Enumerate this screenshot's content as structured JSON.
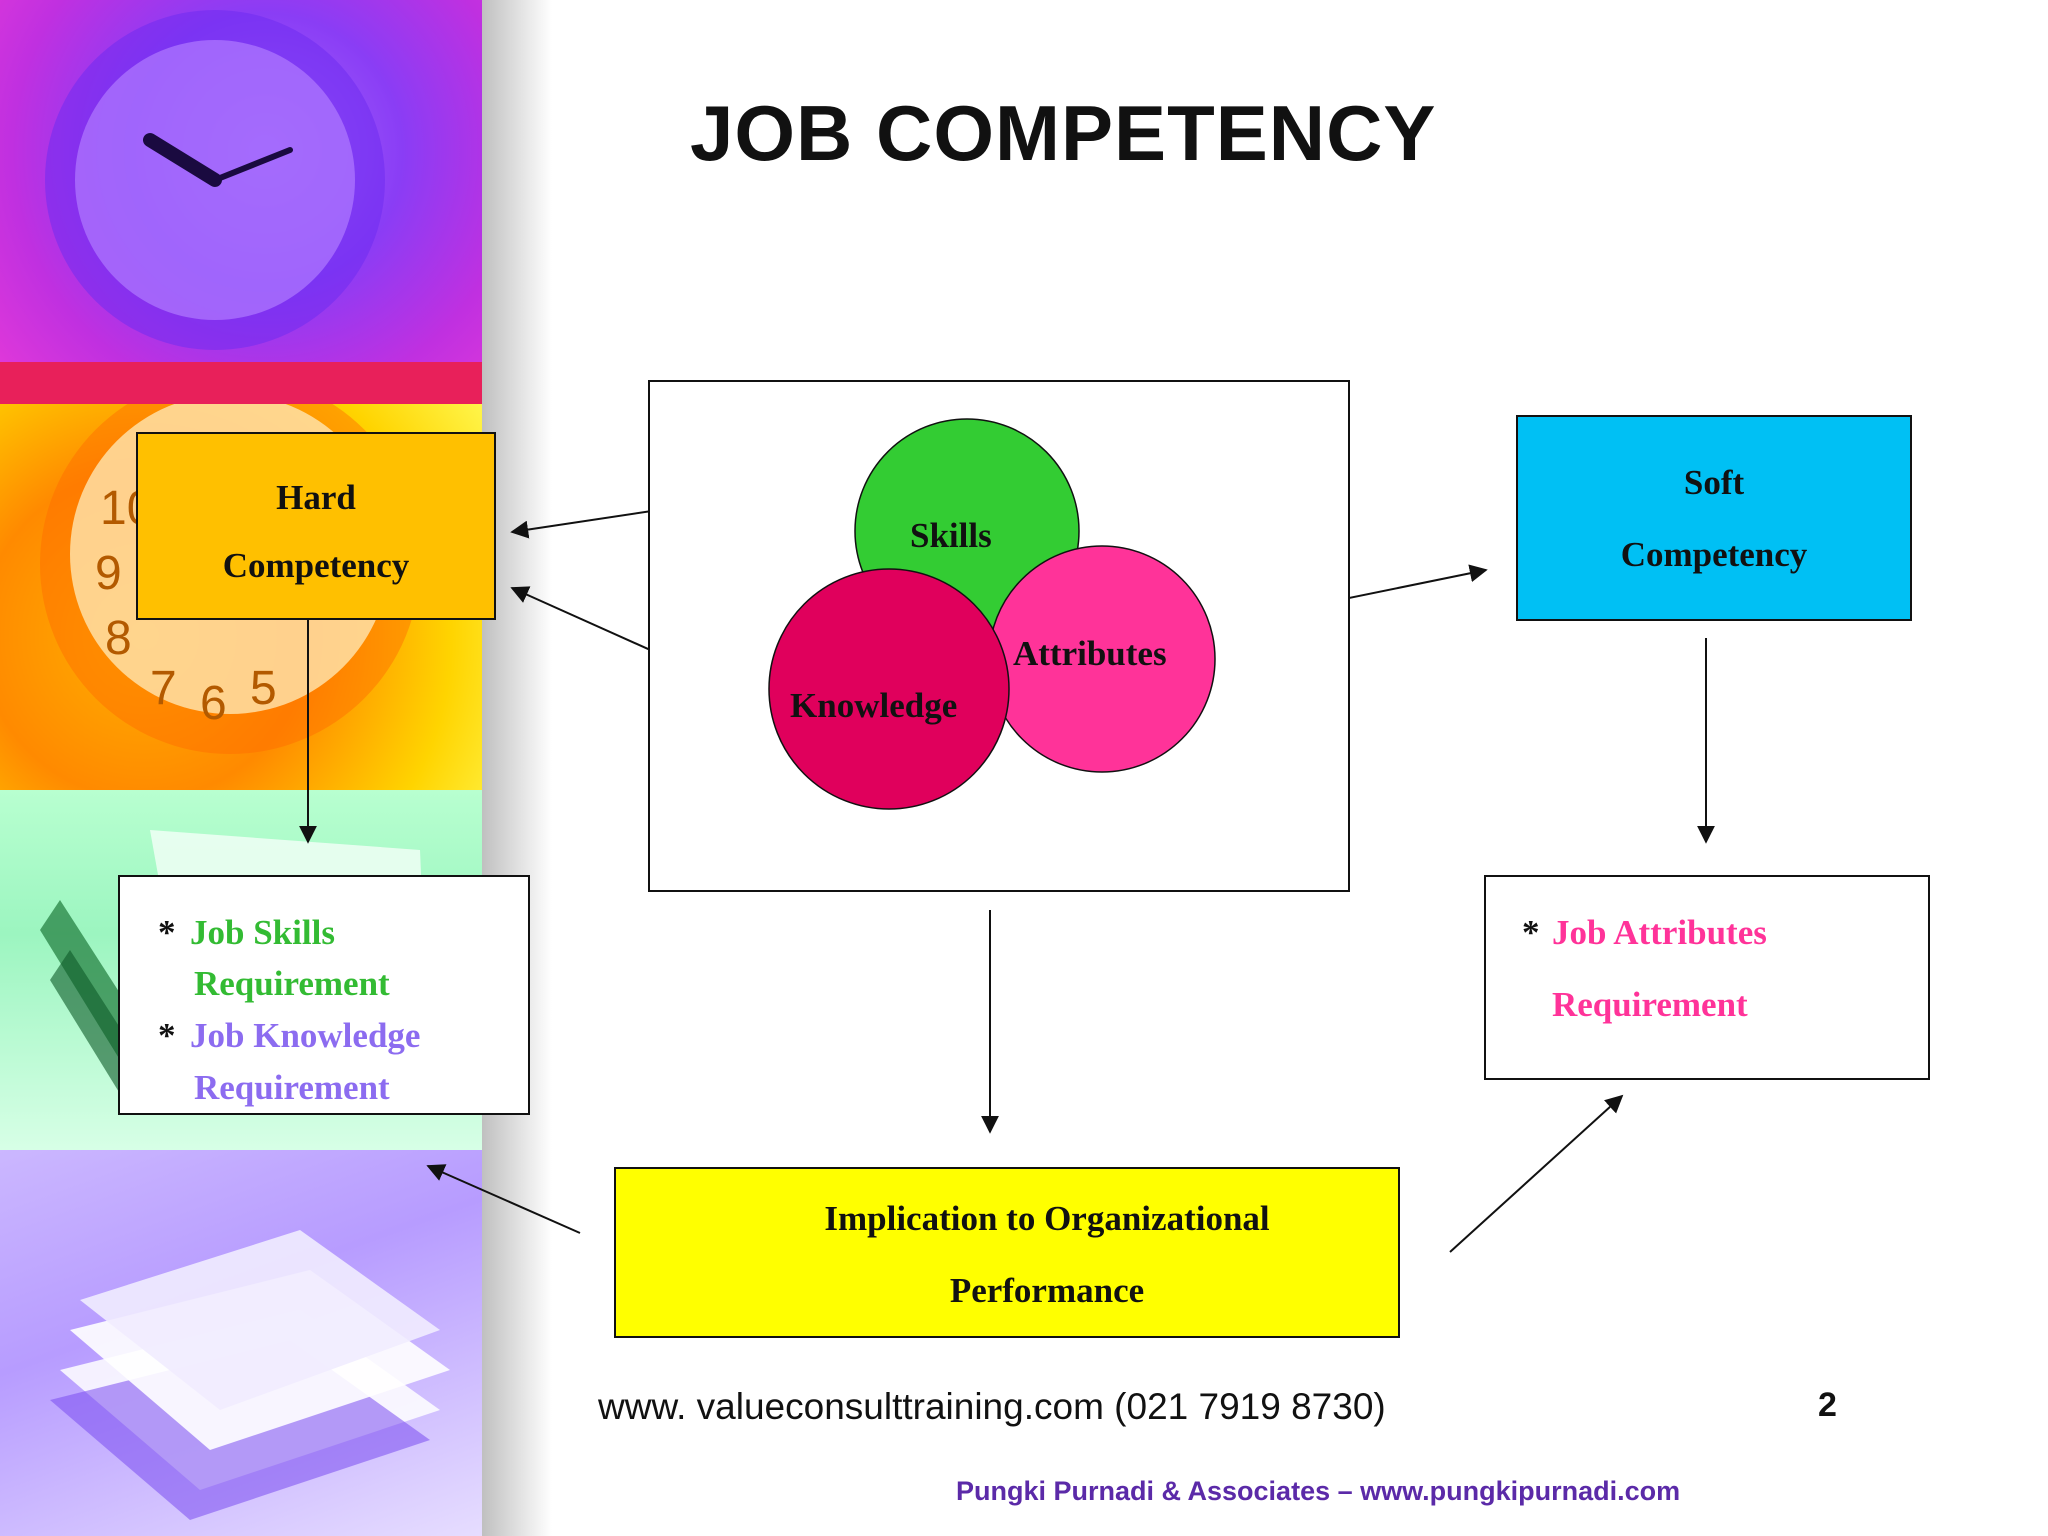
{
  "title": "JOB COMPETENCY",
  "venn": {
    "skills": "Skills",
    "attributes": "Attributes",
    "knowledge": "Knowledge",
    "colors": {
      "skills": "#33cc33",
      "attributes": "#ff3399",
      "knowledge": "#e0005c"
    }
  },
  "hard_competency": {
    "line1": "Hard",
    "line2": "Competency",
    "color": "#ffc000"
  },
  "soft_competency": {
    "line1": "Soft",
    "line2": "Competency",
    "color": "#00c0f4"
  },
  "hard_requirements": {
    "bullet": "*",
    "item1_line1": "Job Skills",
    "item1_line2": "Requirement",
    "item2_line1": "Job Knowledge",
    "item2_line2": "Requirement",
    "item1_color": "#33bb33",
    "item2_color": "#8c6cf0"
  },
  "soft_requirements": {
    "bullet": "*",
    "line1": "Job Attributes",
    "line2": "Requirement",
    "color": "#ff3399"
  },
  "implication": {
    "line1": "Implication to Organizational",
    "line2": "Performance",
    "color": "#ffff00"
  },
  "footer": {
    "contact": "www. valueconsulttraining.com (021 7919 8730)",
    "page_number": "2",
    "credit": "Pungki Purnadi & Associates – www.pungkipurnadi.com"
  }
}
